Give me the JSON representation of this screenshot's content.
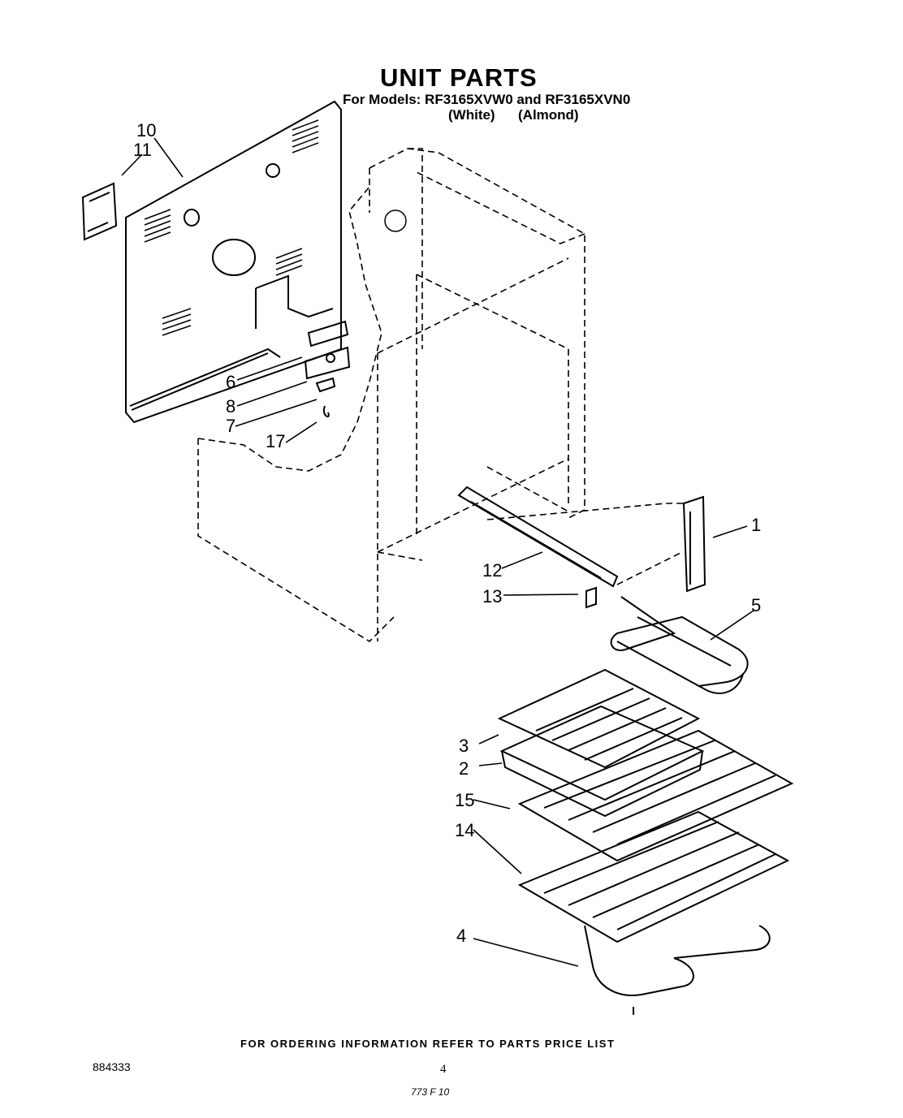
{
  "header": {
    "title": "UNIT PARTS",
    "models_line": "For Models: RF3165XVW0 and RF3165XVN0",
    "variant_white": "(White)",
    "variant_almond": "(Almond)"
  },
  "callouts": {
    "p10": "10",
    "p11": "11",
    "p6": "6",
    "p8": "8",
    "p7": "7",
    "p17": "17",
    "p1": "1",
    "p12": "12",
    "p13": "13",
    "p5": "5",
    "p3": "3",
    "p2": "2",
    "p15": "15",
    "p14": "14",
    "p4": "4"
  },
  "footer": {
    "ordering_note": "FOR ORDERING INFORMATION REFER TO PARTS PRICE LIST",
    "document_number": "884333",
    "page_number": "4",
    "handwritten_mark": "773 F 10"
  }
}
